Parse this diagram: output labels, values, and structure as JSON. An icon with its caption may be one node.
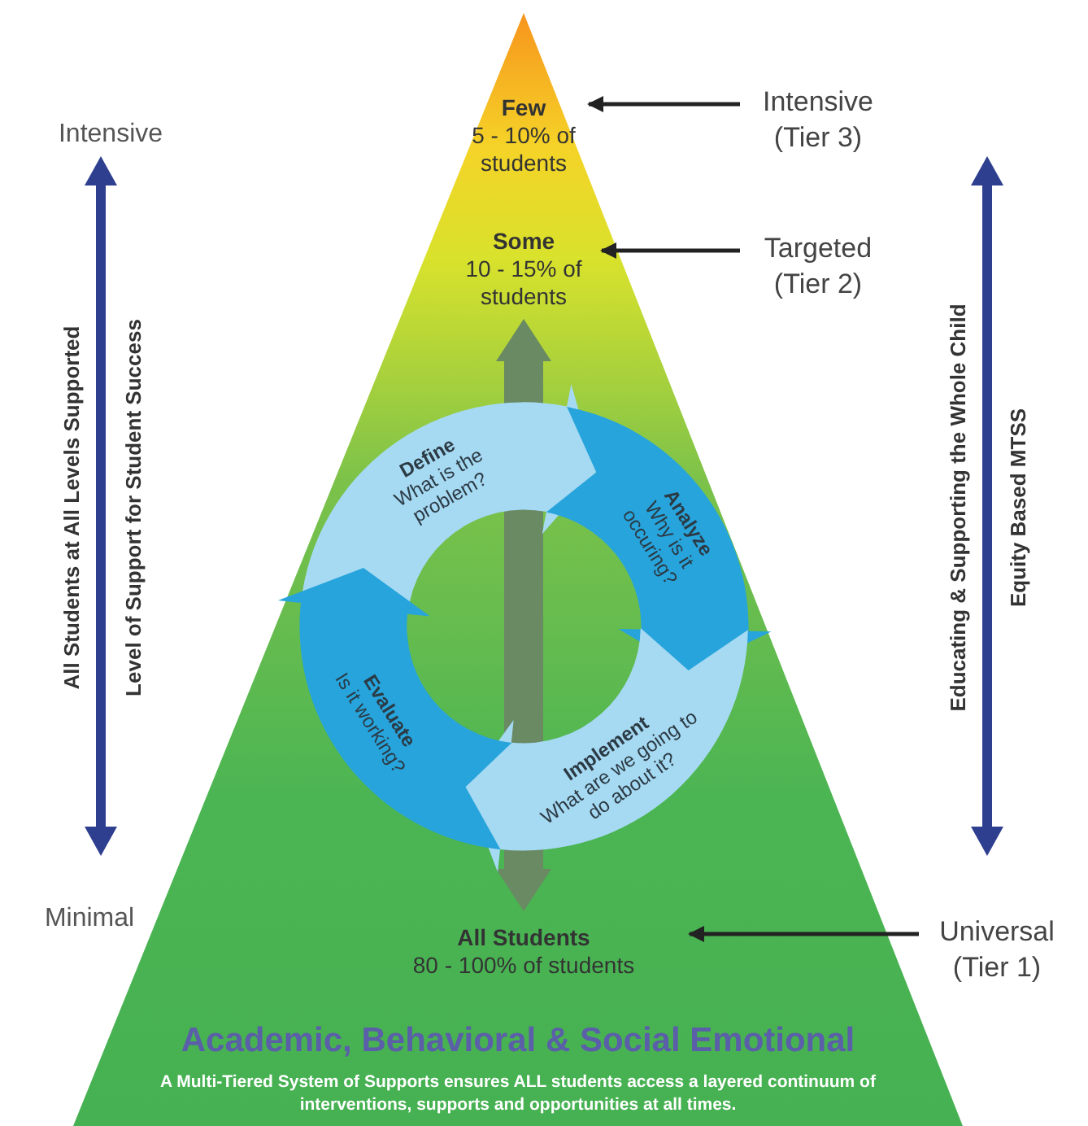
{
  "diagram": {
    "nodes": [
      {
        "text": [
          "Academic, Behavioral & Social Emotional",
          "A Multi-Tiered System of Supports ensures ALL students access a layered continuum of interventions, supports and opportunities at all times."
        ]
      },
      {
        "text": [
          "Few",
          "5 - 10% of students"
        ],
        "in": 0
      },
      {
        "text": [
          "Intensive (Tier 3)"
        ]
      },
      {
        "text": [
          "Some",
          "10 - 15% of students"
        ],
        "in": 0
      },
      {
        "text": [
          "Targeted (Tier 2)"
        ]
      },
      {
        "text": [
          "Define",
          "What is the problem?"
        ],
        "in": 0
      },
      {
        "text": [
          "Analyze",
          "Why is it occuring?"
        ],
        "in": 0
      },
      {
        "text": [
          "Implement",
          "What are we going to do about it?"
        ],
        "in": 0
      },
      {
        "text": [
          "Evaluate",
          "Is it working?"
        ],
        "in": 0
      },
      {
        "text": [
          "All Students",
          "80 - 100% of students"
        ],
        "in": 0
      },
      {
        "text": [
          "Universal (Tier 1)"
        ]
      }
    ],
    "edges": [
      {
        "from": 2,
        "to": 1,
        "arrow": "to"
      },
      {
        "from": 4,
        "to": 3,
        "arrow": "to"
      },
      {
        "from": 10,
        "to": 9,
        "arrow": "to"
      }
    ],
    "labels": [
      "Intensive",
      "All Students at All Levels Supported",
      "Level of Support for Student Success",
      "Minimal",
      "Educating & Supporting the Whole Child",
      "Equity Based MTSS"
    ]
  }
}
